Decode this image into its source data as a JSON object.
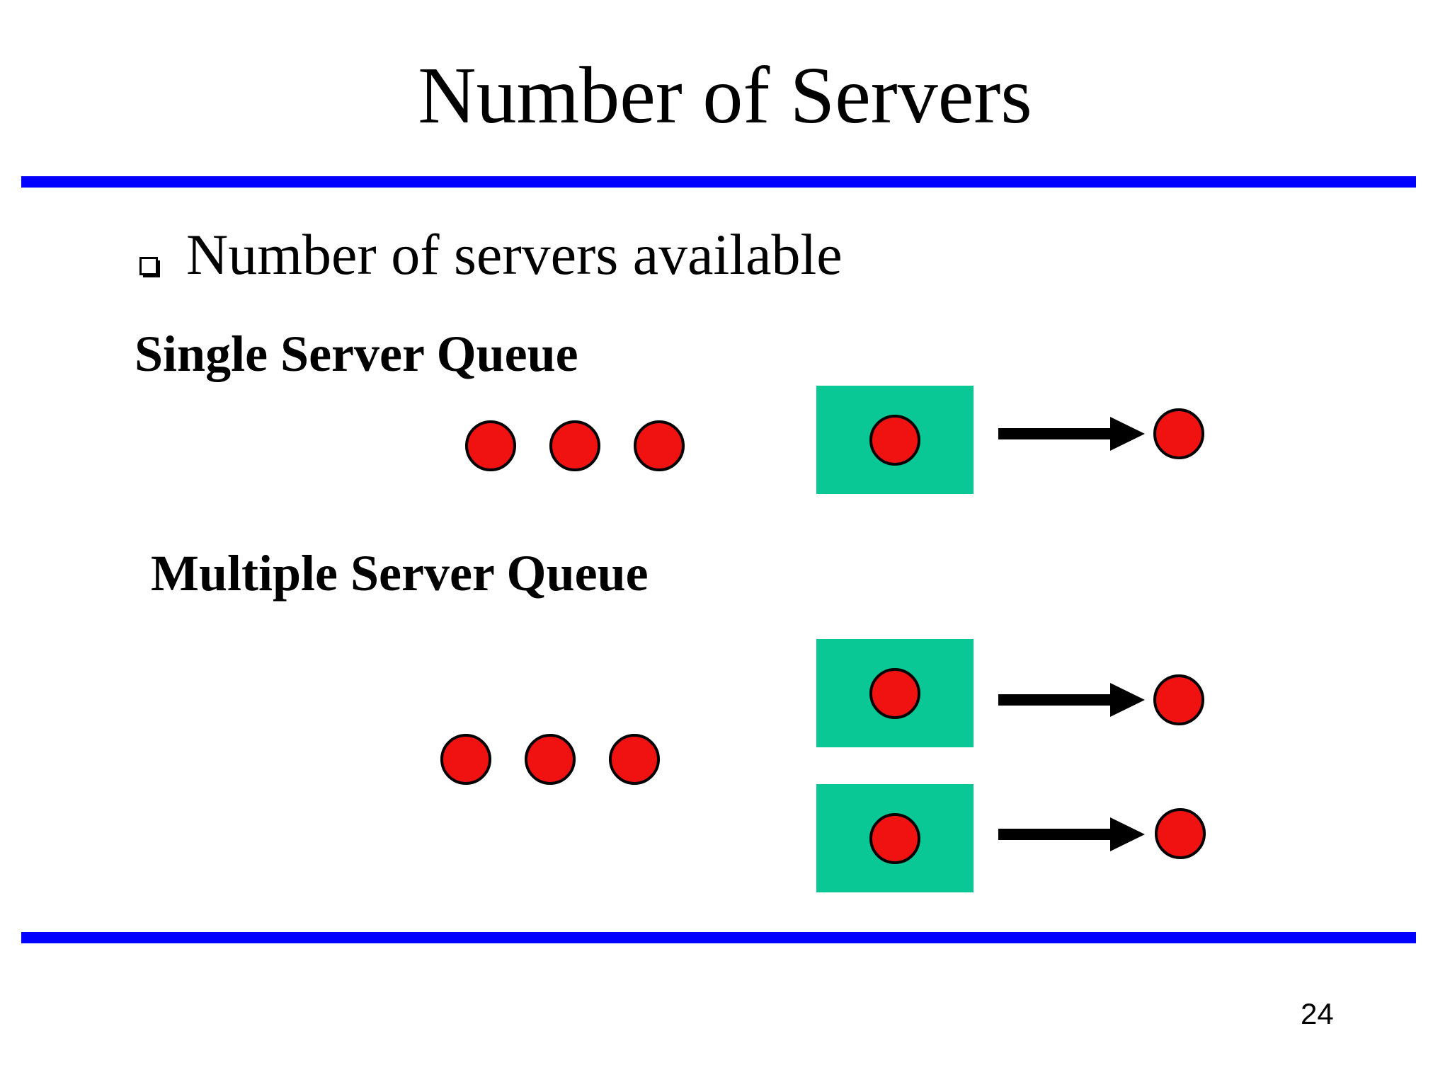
{
  "slide": {
    "title": "Number of Servers",
    "page_number": "24",
    "bullet": {
      "icon": "square-bullet-icon",
      "text": "Number of servers available"
    },
    "sections": [
      {
        "id": "single",
        "label": "Single Server Queue",
        "waiting_customers": 3,
        "servers": 1,
        "departing_customers": 1
      },
      {
        "id": "multiple",
        "label": "Multiple Server Queue",
        "waiting_customers": 3,
        "servers": 2,
        "departing_customers": 2
      }
    ],
    "colors": {
      "divider": "#0000FE",
      "server_box": "#0AC896",
      "customer": "#F01111",
      "arrow": "#000000",
      "background": "#FFFFFF",
      "text": "#000000"
    }
  }
}
